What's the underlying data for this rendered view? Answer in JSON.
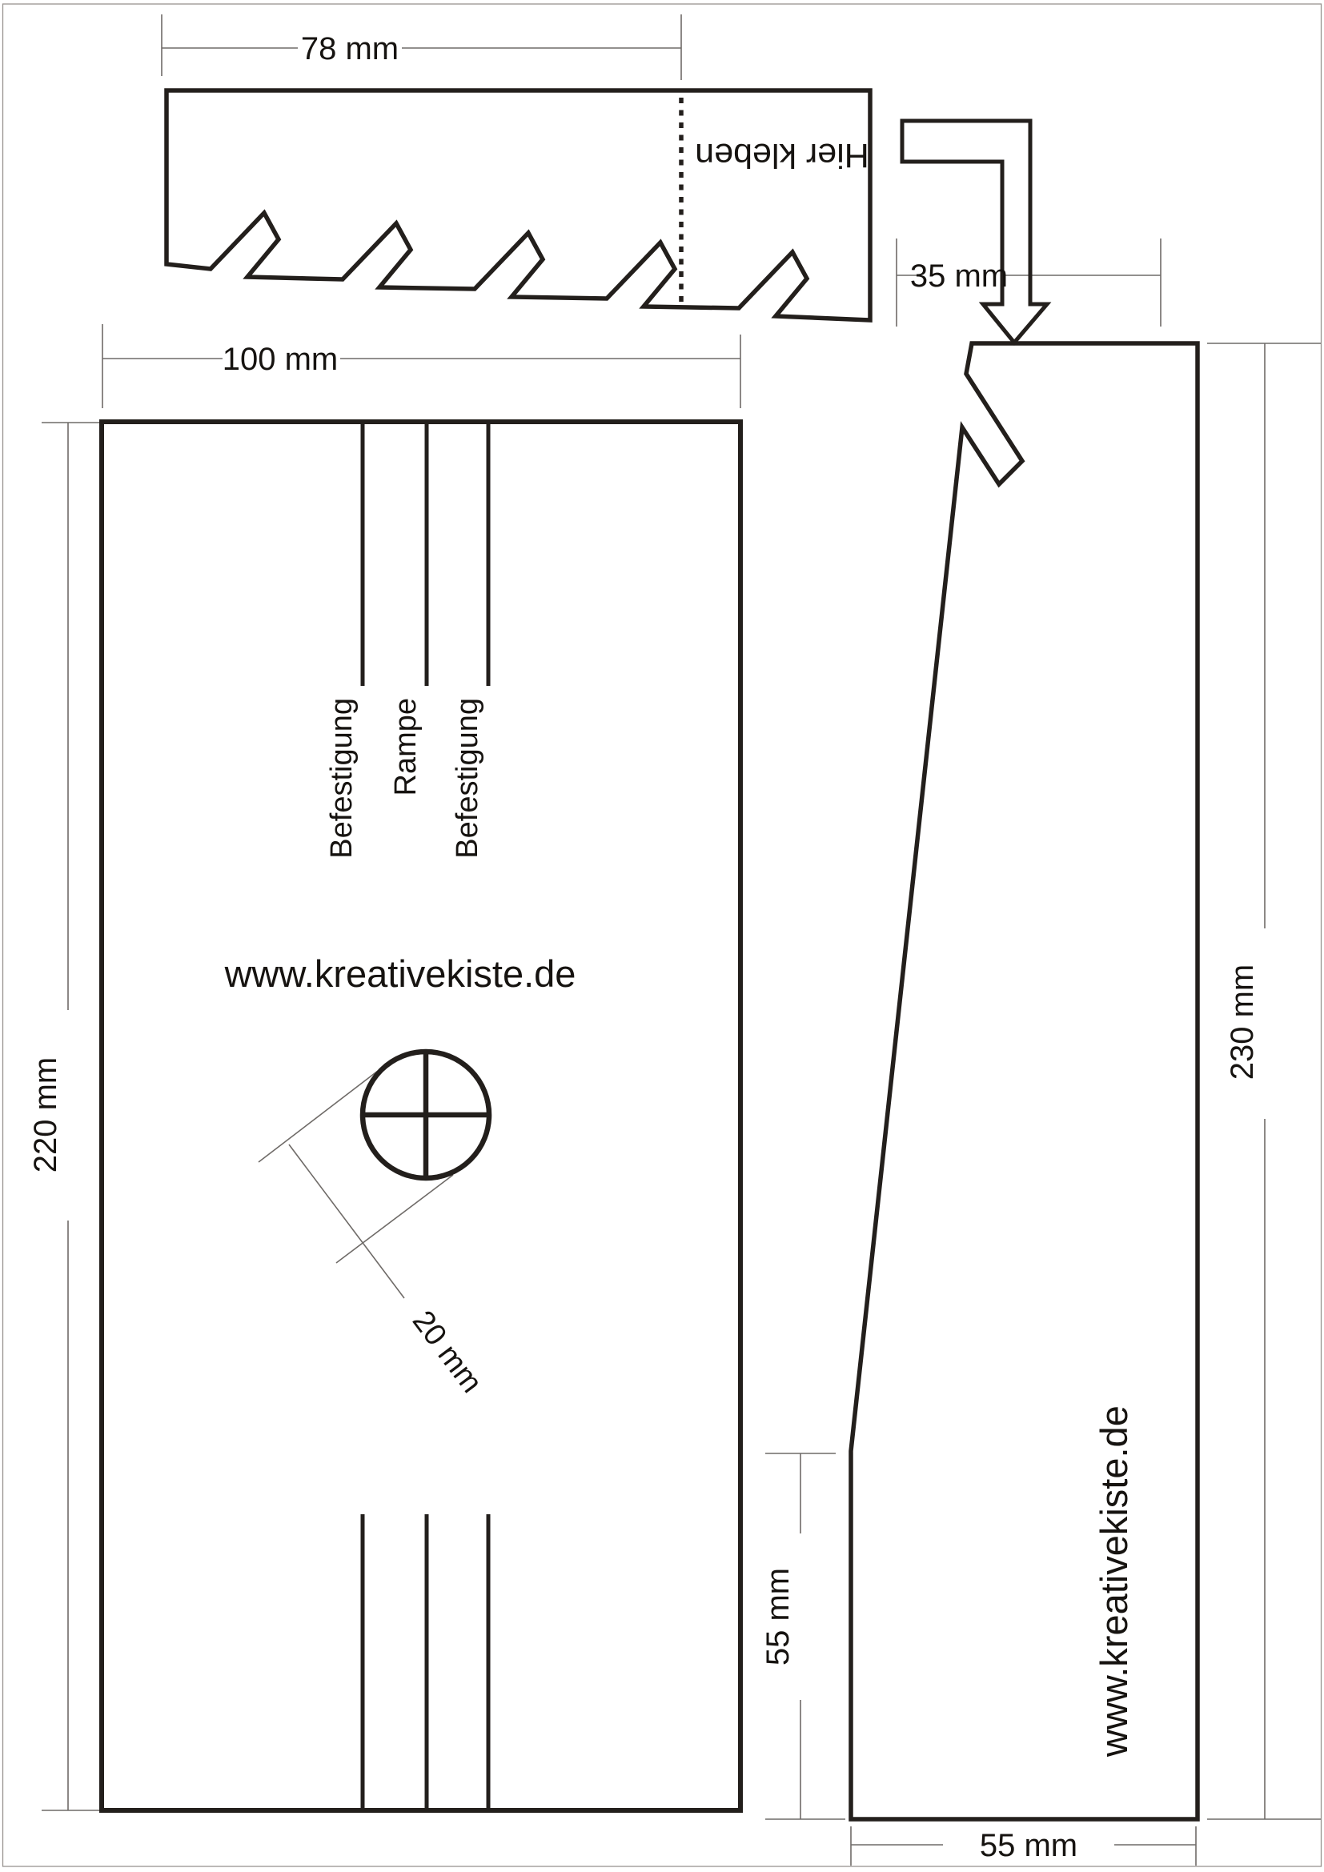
{
  "colors": {
    "ink": "#231f1c",
    "dimension_lines": "#6f6b68",
    "paper": "#ffffff",
    "page_border": "#979390"
  },
  "glue_piece": {
    "glue_label": "Hier kleben",
    "width_dim": "78 mm"
  },
  "ramp_panel": {
    "width_dim": "100 mm",
    "height_dim": "220 mm",
    "slot_labels": [
      "Befestigung",
      "Rampe",
      "Befestigung"
    ],
    "website": "www.kreativekiste.de",
    "hole_dim": "20 mm"
  },
  "side_panel": {
    "top_width_dim": "35 mm",
    "height_dim": "230 mm",
    "bottom_width_dim": "55 mm",
    "straight_edge_dim": "55 mm",
    "website": "www.kreativekiste.de"
  }
}
